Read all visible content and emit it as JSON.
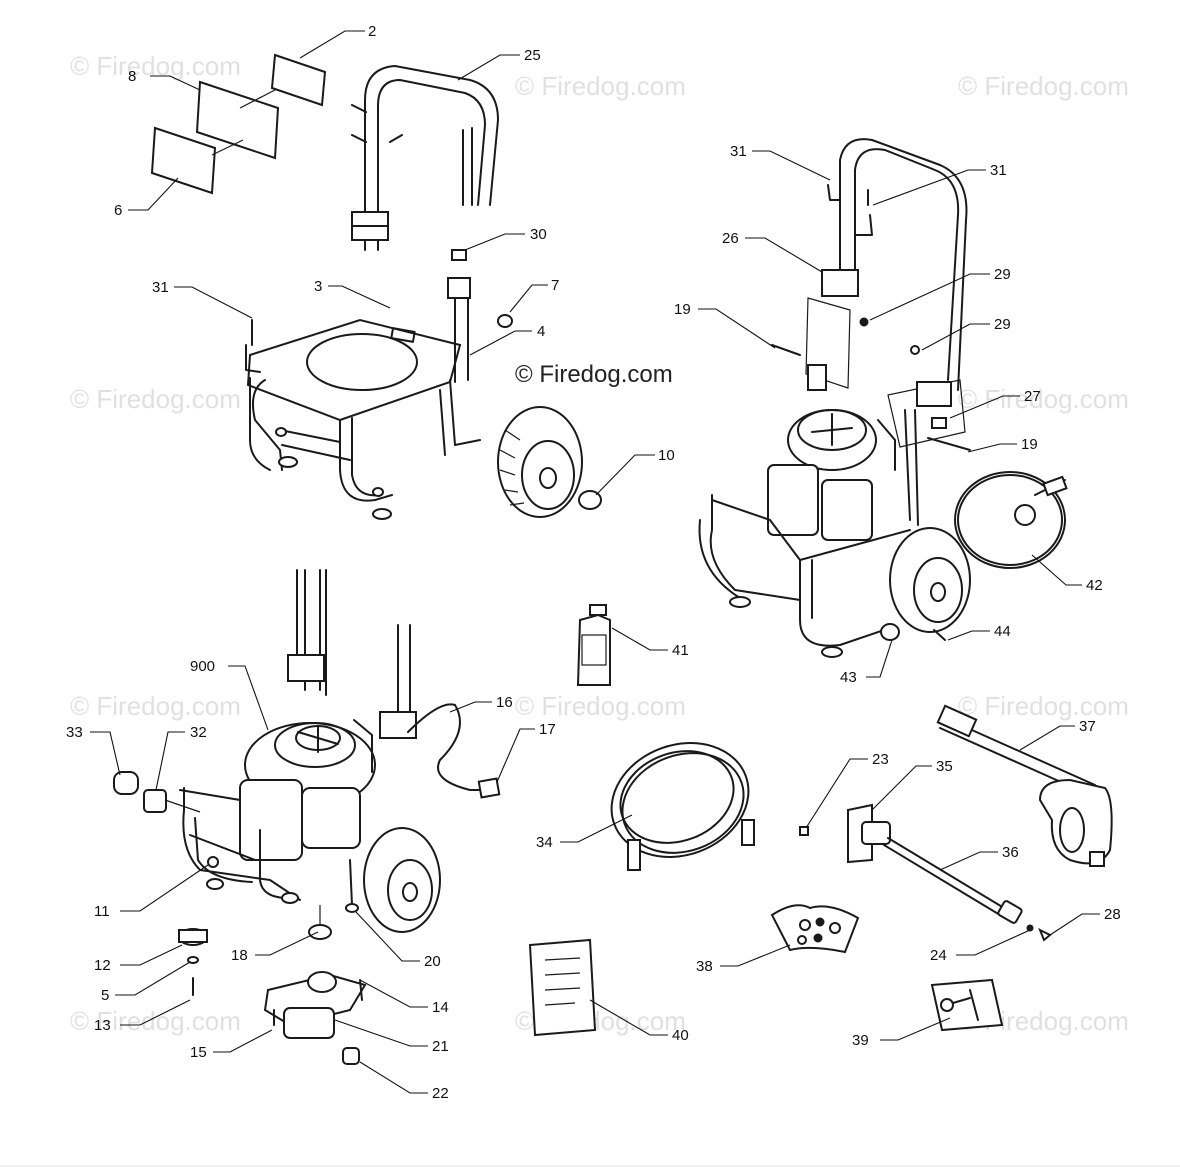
{
  "watermark": "© Firedog.com",
  "brand_mark": "© Firedog.com",
  "callouts": [
    "2",
    "8",
    "25",
    "6",
    "30",
    "31",
    "3",
    "7",
    "4",
    "10",
    "31",
    "31",
    "26",
    "29",
    "19",
    "29",
    "27",
    "19",
    "42",
    "44",
    "43",
    "41",
    "900",
    "16",
    "17",
    "33",
    "32",
    "11",
    "18",
    "20",
    "12",
    "5",
    "13",
    "14",
    "15",
    "21",
    "22",
    "34",
    "40",
    "23",
    "35",
    "37",
    "36",
    "38",
    "28",
    "24",
    "39"
  ]
}
